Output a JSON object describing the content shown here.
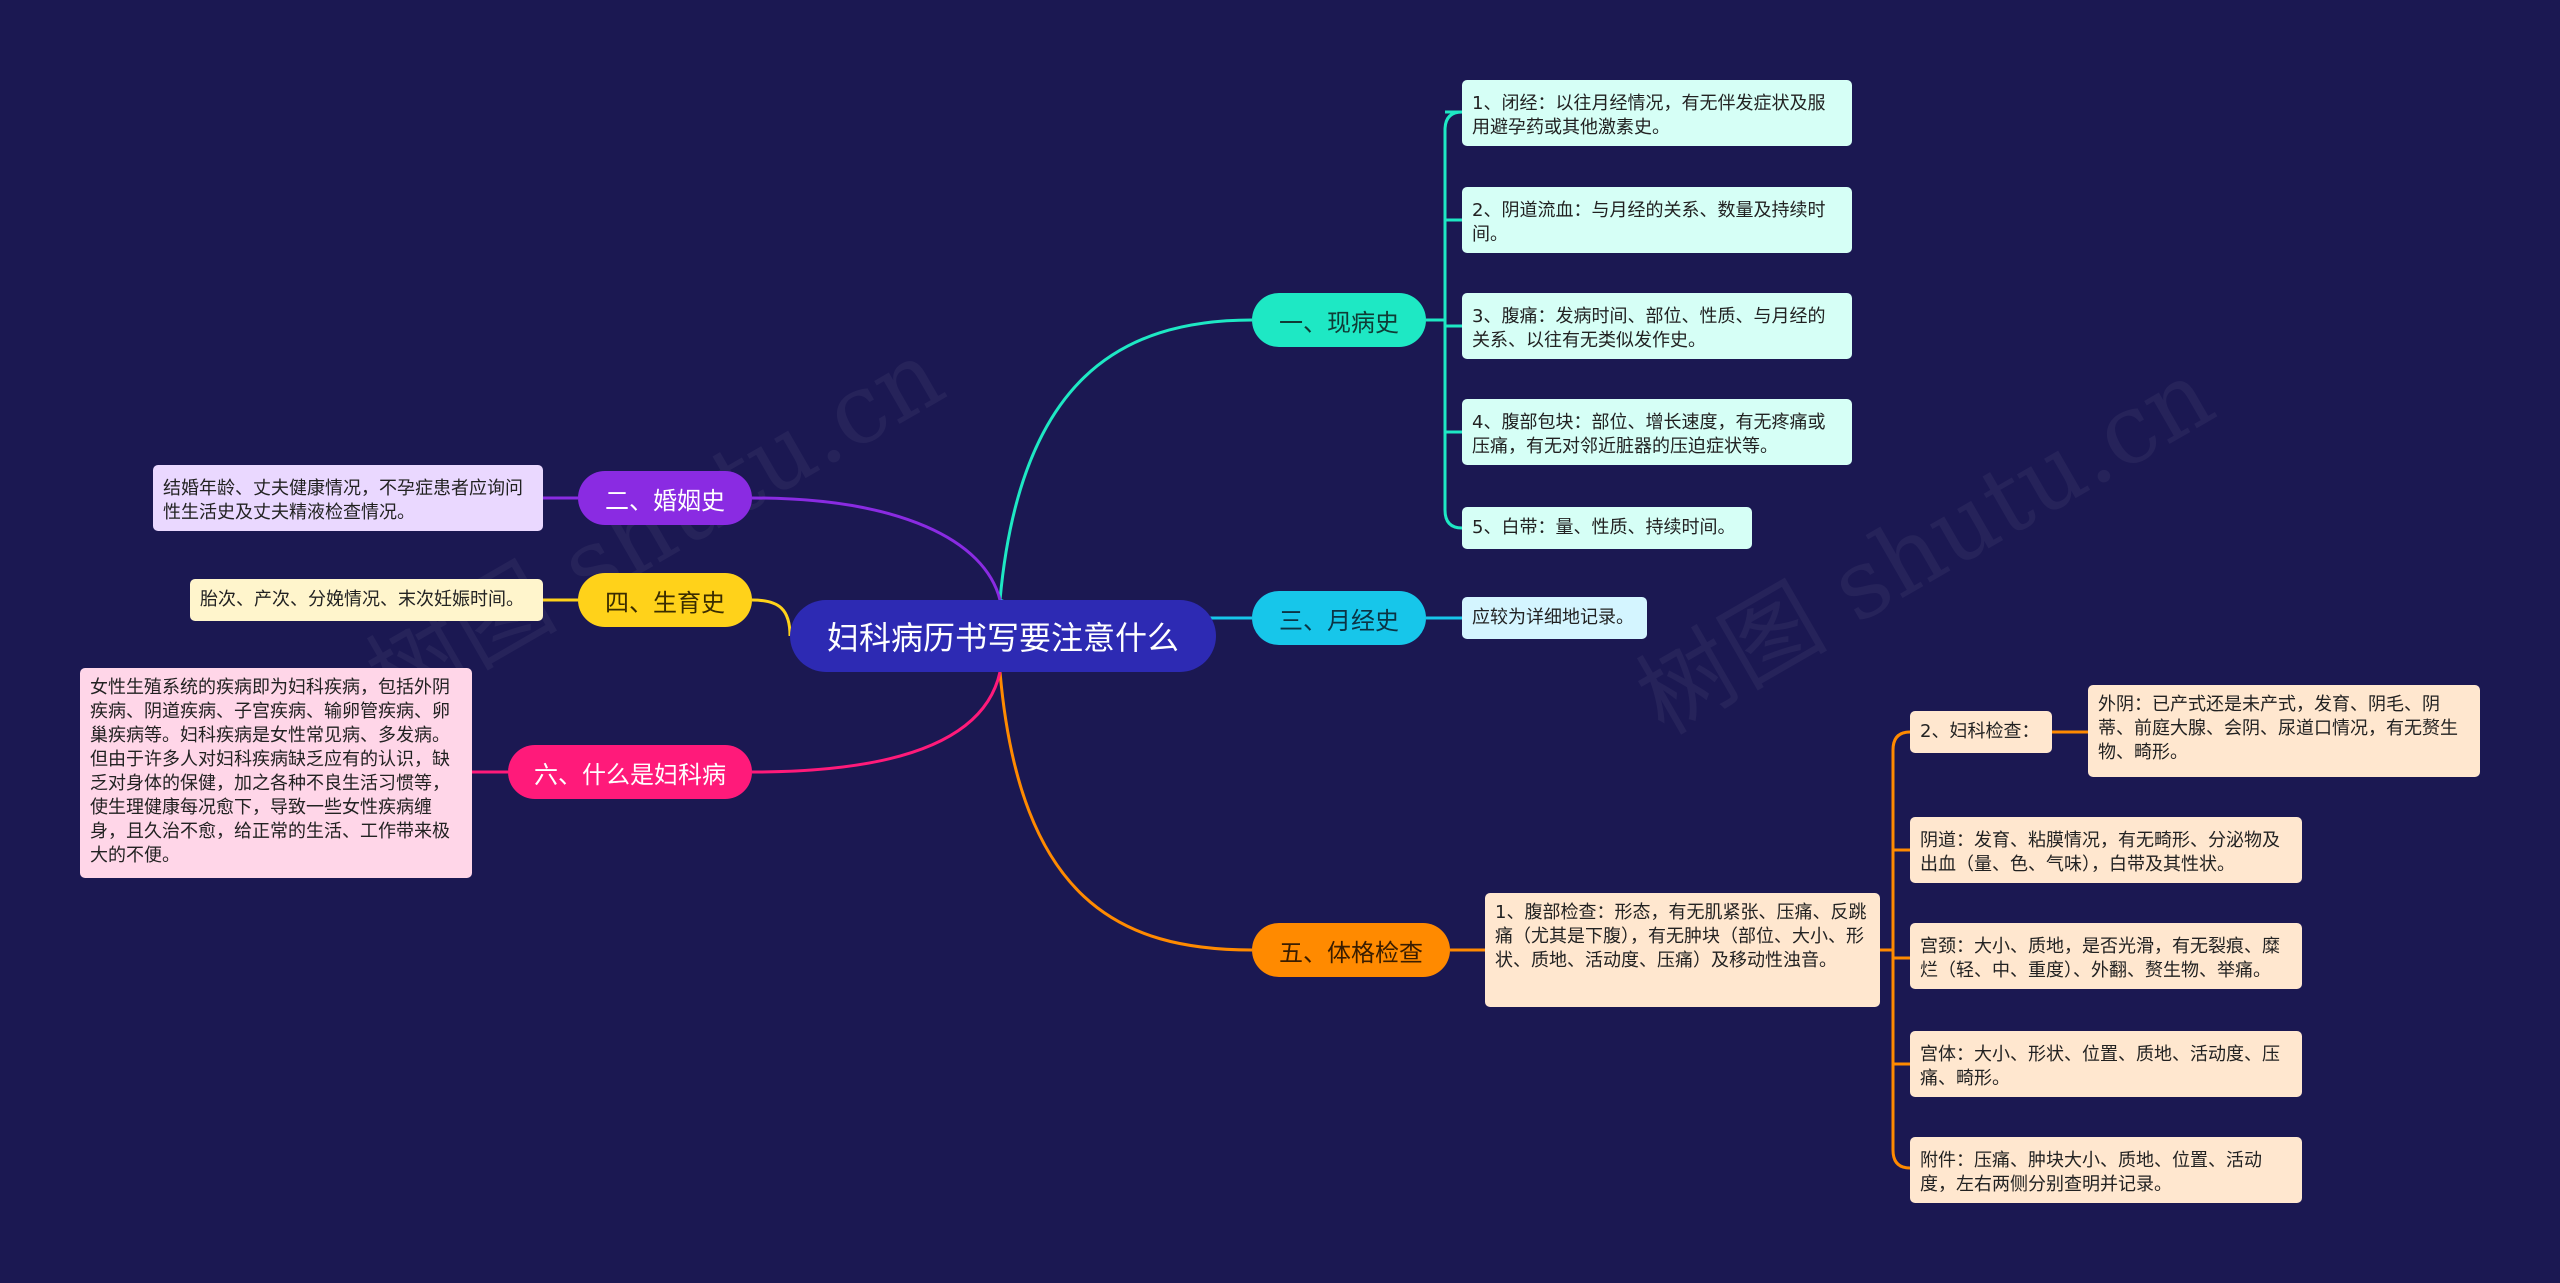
{
  "watermarks": [
    "树图 shutu.cn",
    "树图 shutu.cn"
  ],
  "root": "妇科病历书写要注意什么",
  "branches": {
    "b1": "一、现病史",
    "b2": "二、婚姻史",
    "b3": "三、月经史",
    "b4": "四、生育史",
    "b5": "五、体格检查",
    "b6": "六、什么是妇科病"
  },
  "leaves": {
    "b1_1": "1、闭经：以往月经情况，有无伴发症状及服用避孕药或其他激素史。",
    "b1_2": "2、阴道流血：与月经的关系、数量及持续时间。",
    "b1_3": "3、腹痛：发病时间、部位、性质、与月经的关系、以往有无类似发作史。",
    "b1_4": "4、腹部包块：部位、增长速度，有无疼痛或压痛，有无对邻近脏器的压迫症状等。",
    "b1_5": "5、白带：量、性质、持续时间。",
    "b2_1": "结婚年龄、丈夫健康情况，不孕症患者应询问性生活史及丈夫精液检查情况。",
    "b3_1": "应较为详细地记录。",
    "b4_1": "胎次、产次、分娩情况、末次妊娠时间。",
    "b5_1": "1、腹部检查：形态，有无肌紧张、压痛、反跳痛（尤其是下腹），有无肿块（部位、大小、形状、质地、活动度、压痛）及移动性浊音。",
    "b5_2": "2、妇科检查：",
    "b5_2_1": "外阴：已产式还是未产式，发育、阴毛、阴蒂、前庭大腺、会阴、尿道口情况，有无赘生物、畸形。",
    "b5_2_2": "阴道：发育、粘膜情况，有无畸形、分泌物及出血（量、色、气味），白带及其性状。",
    "b5_2_3": "宫颈：大小、质地，是否光滑，有无裂痕、糜烂（轻、中、重度）、外翻、赘生物、举痛。",
    "b5_2_4": "宫体：大小、形状、位置、质地、活动度、压痛、畸形。",
    "b5_2_5": "附件：压痛、肿块大小、质地、位置、活动度，左右两侧分别查明并记录。",
    "b6_1": "女性生殖系统的疾病即为妇科疾病，包括外阴疾病、阴道疾病、子宫疾病、输卵管疾病、卵巢疾病等。妇科疾病是女性常见病、多发病。但由于许多人对妇科疾病缺乏应有的认识，缺乏对身体的保健，加之各种不良生活习惯等，使生理健康每况愈下，导致一些女性疾病缠身，且久治不愈，给正常的生活、工作带来极大的不便。"
  },
  "colors": {
    "background": "#1b1852",
    "root": "#2d2ab3",
    "b1": "#1ee8c4",
    "b2": "#8a2be2",
    "b3": "#17c6ea",
    "b4": "#ffd21a",
    "b5": "#ff8a00",
    "b6": "#ff1a7a"
  }
}
